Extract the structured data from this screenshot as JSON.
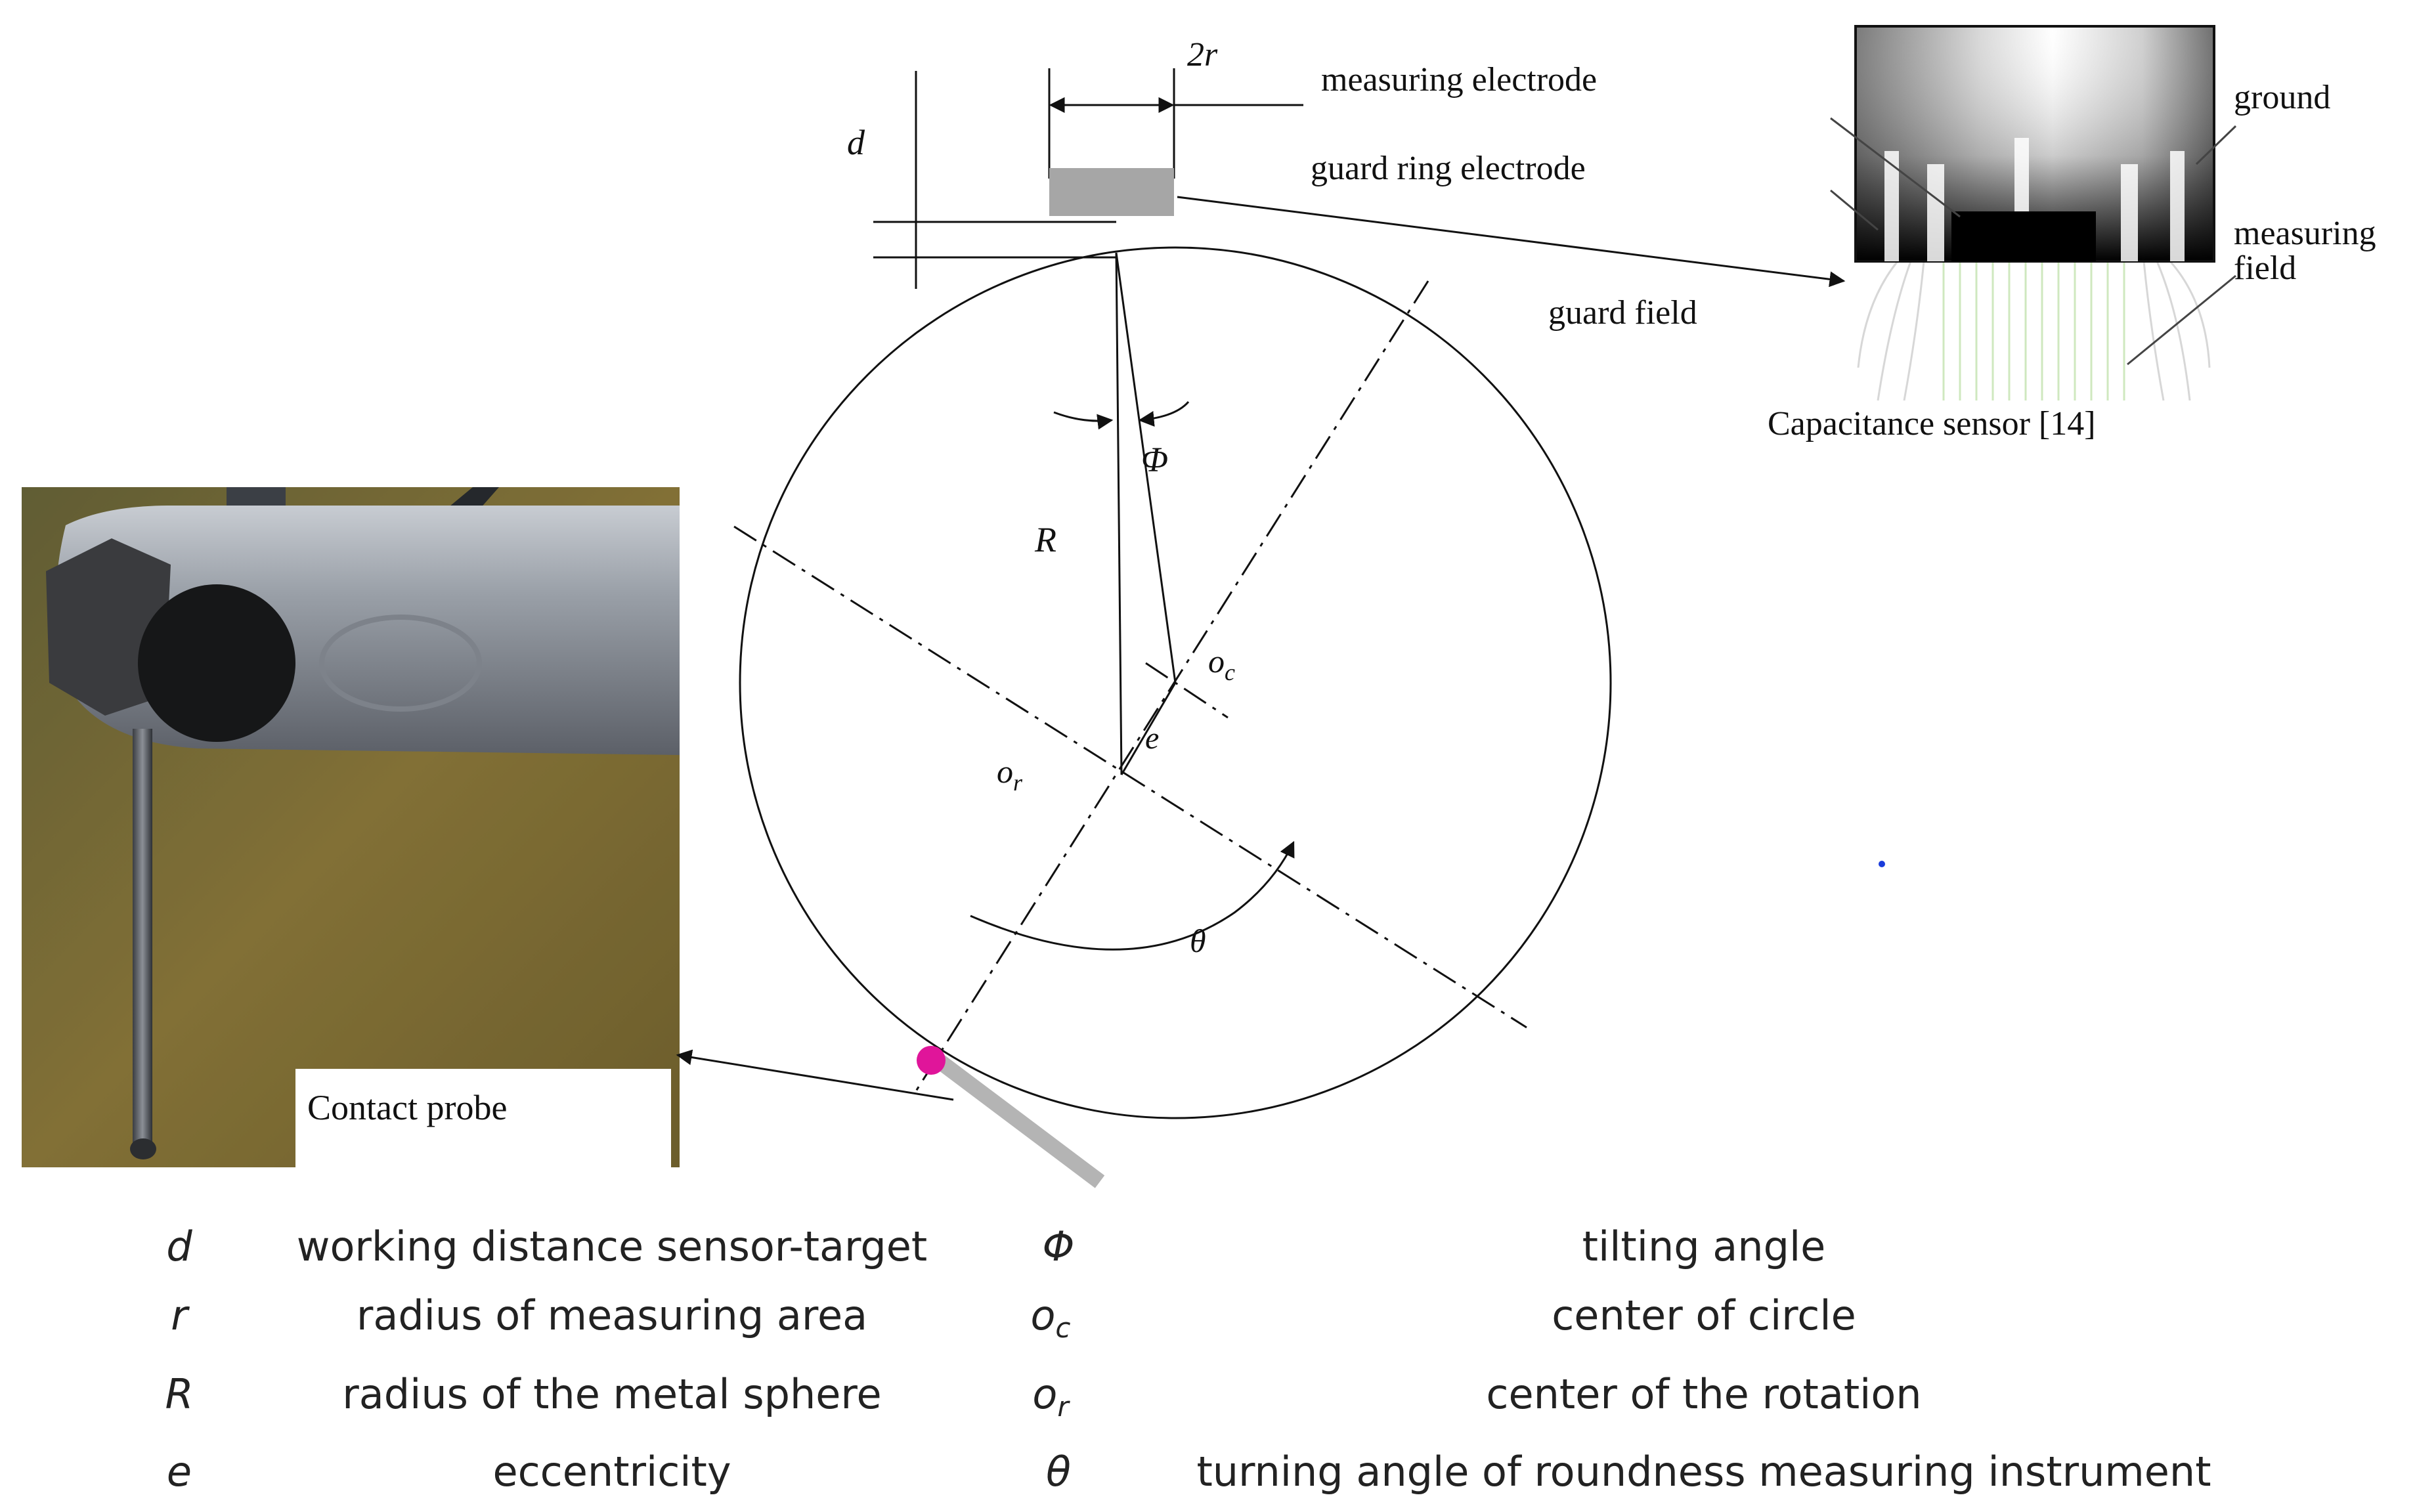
{
  "diagram": {
    "labels": {
      "two_r": "2r",
      "d": "d",
      "measuring_electrode": "measuring electrode",
      "guard_ring_electrode": "guard ring electrode",
      "guard_field": "guard field",
      "phi": "Φ",
      "R": "R",
      "oc": "o",
      "oc_sub": "c",
      "or": "o",
      "or_sub": "r",
      "e": "e",
      "theta": "θ"
    },
    "sensor_inset": {
      "ground": "ground",
      "measuring_field_line1": "measuring",
      "measuring_field_line2": "field",
      "caption": "Capacitance sensor [14]"
    },
    "probe_inset": {
      "caption": "Contact probe"
    }
  },
  "legend": {
    "rows": [
      {
        "left_symbol": "d",
        "left_text": "working distance sensor-target",
        "right_symbol": "Φ",
        "right_sub": "",
        "right_text": "tilting angle"
      },
      {
        "left_symbol": "r",
        "left_text": "radius of measuring area",
        "right_symbol": "o",
        "right_sub": "c",
        "right_text": "center of circle"
      },
      {
        "left_symbol": "R",
        "left_text": "radius of the metal sphere",
        "right_symbol": "o",
        "right_sub": "r",
        "right_text": "center of the rotation"
      },
      {
        "left_symbol": "e",
        "left_text": "eccentricity",
        "right_symbol": "θ",
        "right_sub": "",
        "right_text": "turning angle of roundness measuring instrument"
      }
    ]
  },
  "colors": {
    "probe_tip": "#e0159a",
    "probe_stylus": "#b4b4b4",
    "guard_ring": "#a6a6a6",
    "field_lines_green": "#cfe8bf",
    "photo_background": "#8a7a3e"
  }
}
